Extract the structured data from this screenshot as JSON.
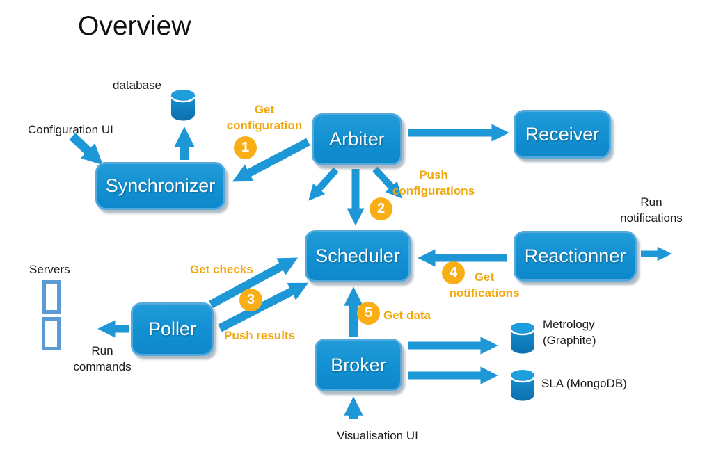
{
  "title": "Overview",
  "colors": {
    "node_fill": "#1691d3",
    "node_border": "#54a9dd",
    "arrow_blue": "#1e97d6",
    "accent_orange": "#f9ae16",
    "orange_text": "#f2a70d",
    "server_border": "#5b9bd5",
    "text_black": "#1a1a1a"
  },
  "nodes": {
    "synchronizer": "Synchronizer",
    "arbiter": "Arbiter",
    "receiver": "Receiver",
    "scheduler": "Scheduler",
    "reactionner": "Reactionner",
    "poller": "Poller",
    "broker": "Broker"
  },
  "datastores": {
    "database_label": "database",
    "metrology_label": "Metrology (Graphite)",
    "sla_label": "SLA (MongoDB)"
  },
  "externals": {
    "configuration_ui": "Configuration UI",
    "servers": "Servers",
    "run_commands": "Run commands",
    "run_notifications": "Run notifications",
    "visualisation_ui": "Visualisation UI"
  },
  "flows": {
    "step1": {
      "number": "1",
      "label": "Get configuration"
    },
    "step2": {
      "number": "2",
      "label": "Push configurations"
    },
    "step3": {
      "number": "3",
      "label_top": "Get checks",
      "label_bottom": "Push results"
    },
    "step4": {
      "number": "4",
      "label": "Get notifications"
    },
    "step5": {
      "number": "5",
      "label": "Get data"
    }
  }
}
